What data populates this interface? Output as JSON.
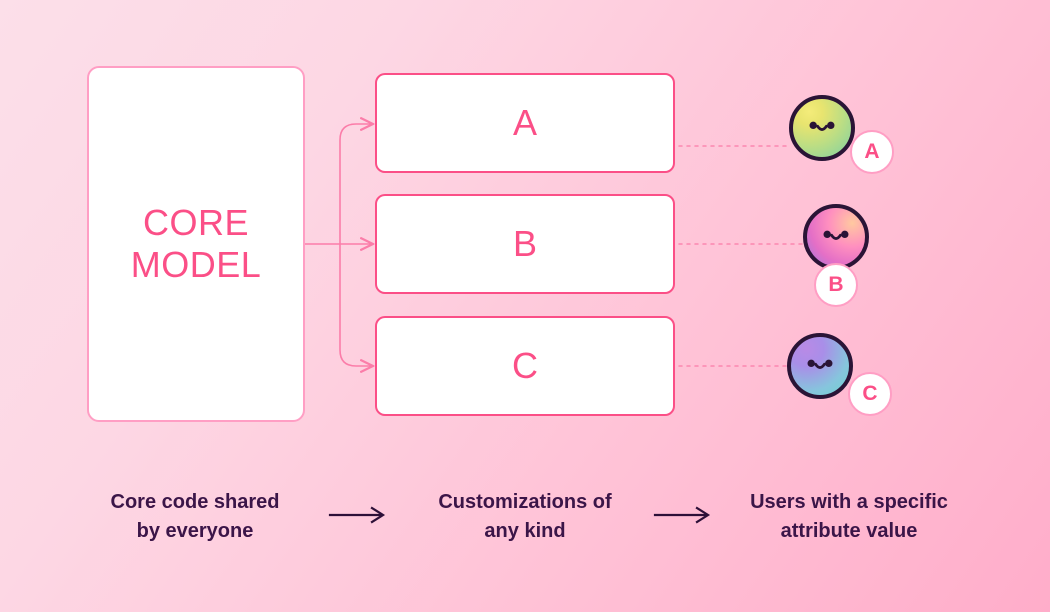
{
  "diagram": {
    "title": "Core model with customizations and user attribute values",
    "background": {
      "from": "#fcdfe9",
      "to": "#ffadca"
    },
    "accent": "#fb4f87",
    "accent_soft": "#ff9ec4",
    "text_dark": "#3b1548"
  },
  "core": {
    "label": "CORE\nMODEL"
  },
  "customizations": [
    {
      "letter": "A"
    },
    {
      "letter": "B"
    },
    {
      "letter": "C"
    }
  ],
  "users": [
    {
      "badge": "A",
      "face": "smiling-face",
      "colors": [
        "#f4ec7a",
        "#7fd1a3"
      ]
    },
    {
      "badge": "B",
      "face": "smiling-face",
      "colors": [
        "#ffc9a0",
        "#9d7ae0"
      ]
    },
    {
      "badge": "C",
      "face": "smiling-face",
      "colors": [
        "#b98ae6",
        "#6fd4cf"
      ]
    }
  ],
  "captions": [
    {
      "text": "Core code shared\nby everyone"
    },
    {
      "text": "Customizations of\nany kind"
    },
    {
      "text": "Users with a specific\nattribute value"
    }
  ],
  "arrows": {
    "glyph": "long-right-arrow"
  }
}
